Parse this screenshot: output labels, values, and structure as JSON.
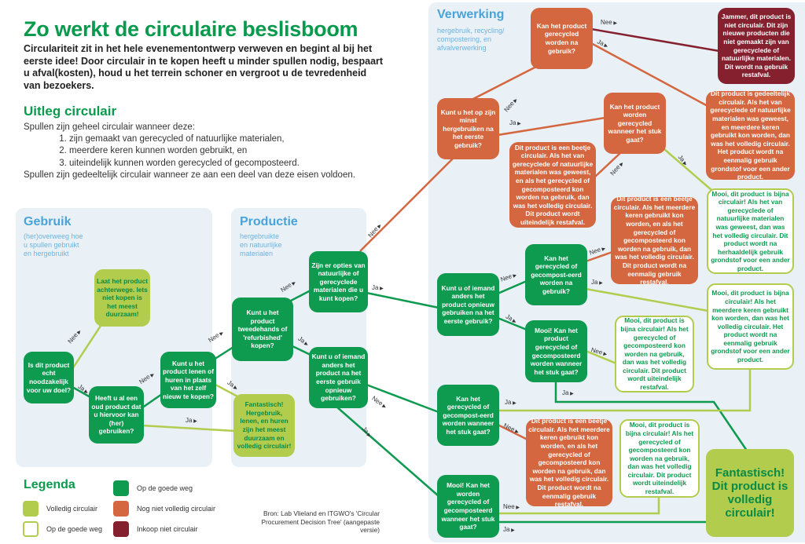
{
  "title": "Zo werkt de circulaire beslisboom",
  "intro": "Circulariteit zit in het hele evenementontwerp verweven en begint al bij het eerste idee! Door circulair in te kopen heeft u minder spullen nodig, bespaart u afval(kosten), houd u het terrein schoner en vergroot u de tevredenheid van bezoekers.",
  "uitleg": {
    "heading": "Uitleg circulair",
    "lead": "Spullen zijn geheel circulair wanneer deze:",
    "items": [
      "zijn gemaakt van gerecycled of natuurlijke materialen,",
      "meerdere keren kunnen worden gebruikt, en",
      "uiteindelijk kunnen worden gerecycled of gecomposteerd."
    ],
    "outro": "Spullen zijn gedeeltelijk circulair wanneer ze aan een deel van deze eisen voldoen."
  },
  "sections": [
    {
      "title": "Gebruik",
      "subtitle": "(her)overweeg hoe u spullen gebruikt en hergebruikt"
    },
    {
      "title": "Productie",
      "subtitle": "hergebruikte en natuurlijke materialen"
    },
    {
      "title": "Verwerking",
      "subtitle": "hergebruik, recycling/ compostering, en afvalverwerking"
    }
  ],
  "labels": {
    "nee": "Nee",
    "ja": "Ja"
  },
  "nodes": [
    {
      "text": "Is dit product echt noodzakelijk voor uw doel?"
    },
    {
      "text": "Laat het product achterwege. Iets niet kopen is het meest duurzaam!"
    },
    {
      "text": "Heeft u al een oud product dat u hiervoor kan (her) gebruiken?"
    },
    {
      "text": "Kunt u het product lenen of huren in plaats van het zelf nieuw te kopen?"
    },
    {
      "text": "Kunt u het product tweedehands of 'refurbished' kopen?"
    },
    {
      "text": "Fantastisch! Hergebruik, lenen, en huren zijn het meest duurzaam en volledig circulair!"
    },
    {
      "text": "Zijn er opties van natuurlijke of gerecyclede materialen die u kunt kopen?"
    },
    {
      "text": "Kunt u of iemand anders het product na het eerste gebruik opnieuw gebruiken?"
    },
    {
      "text": "Kan het product gerecycled worden na gebruik?"
    },
    {
      "text": "Jammer, dit product is niet circulair. Dit zijn nieuwe producten die niet gemaakt zijn van gerecyclede of natuurlijke materialen. Dit wordt na gebruik restafval."
    },
    {
      "text": "Kunt u het op zijn minst hergebruiken na het eerste gebruik?"
    },
    {
      "text": "Kan het product worden gerecycled wanneer het stuk gaat?"
    },
    {
      "text": "Dit product is gedeeltelijk circulair. Als het van gerecyclede of natuurlijke materialen was geweest, en meerdere keren gebruikt kon worden, dan was het volledig circulair. Het product wordt na eenmalig gebruik grondstof voor een ander product."
    },
    {
      "text": "Dit product is een beetje circulair. Als het van gerecyclede of natuurlijke materialen was geweest, en als het gerecycled of gecomposteerd kon worden na gebruik, dan was het volledig circulair. Dit product wordt uiteindelijk restafval."
    },
    {
      "text": "Mooi, dit product is bijna circulair! Als het van gerecyclede of natuurlijke materialen was geweest, dan was het volledig circulair. Dit product wordt na herhaaldelijk gebruik grondstof voor een ander product."
    },
    {
      "text": "Dit product is een beetje circulair. Als het meerdere keren gebruikt kon worden, en als het gerecycled of gecomposteerd kon worden na gebruik, dan was het volledig circulair. Dit product wordt na eenmalig gebruik restafval."
    },
    {
      "text": "Kunt u of iemand anders het product opnieuw gebruiken na het eerste gebruik?"
    },
    {
      "text": "Kan het gerecycled of gecompost-eerd worden na gebruik?"
    },
    {
      "text": "Mooi, dit product is bijna circulair! Als het meerdere keren gebruikt kon worden, dan was het volledig circulair. Het product wordt na eenmalig gebruik grondstof voor een ander product."
    },
    {
      "text": "Mooi! Kan het product gerecycled of gecomposteerd worden wanneer het stuk gaat?"
    },
    {
      "text": "Mooi, dit product is bijna circulair! Als het gerecycled of gecomposteerd kon worden na gebruik, dan was het volledig circulair. Dit product wordt uiteindelijk restafval."
    },
    {
      "text": "Kan het gerecycled of gecompost-eerd worden wanneer het stuk gaat?"
    },
    {
      "text": "Dit product is een beetje circulair. Als het meerdere keren gebruikt kon worden, en als het gerecycled of gecomposteerd kon worden na gebruik, dan was het volledig circulair. Dit product wordt na eenmalig gebruik restafval."
    },
    {
      "text": "Mooi, dit product is bijna circulair! Als het gerecycled of gecomposteerd kon worden na gebruik, dan was het volledig circulair. Dit product wordt uiteindelijk restafval."
    },
    {
      "text": "Fantastisch! Dit product is volledig circulair!"
    },
    {
      "text": "Mooi! Kan het worden gerecycled of gecomposteerd wanneer het stuk gaat?"
    }
  ],
  "legend": {
    "title": "Legenda",
    "items": [
      {
        "label": "Volledig circulair",
        "color": "#b2cc4e"
      },
      {
        "label": "Op de goede weg",
        "color": "#ffffff",
        "border": "#b2cc4e"
      },
      {
        "label": "Op de goede weg",
        "color": "#0e9a4f"
      },
      {
        "label": "Nog niet volledig circulair",
        "color": "#d4673f"
      },
      {
        "label": "Inkoop niet circulair",
        "color": "#85202f"
      }
    ]
  },
  "source": "Bron: Lab Vlieland en ITGWO's 'Circular Procurement Decision Tree' (aangepaste versie)"
}
